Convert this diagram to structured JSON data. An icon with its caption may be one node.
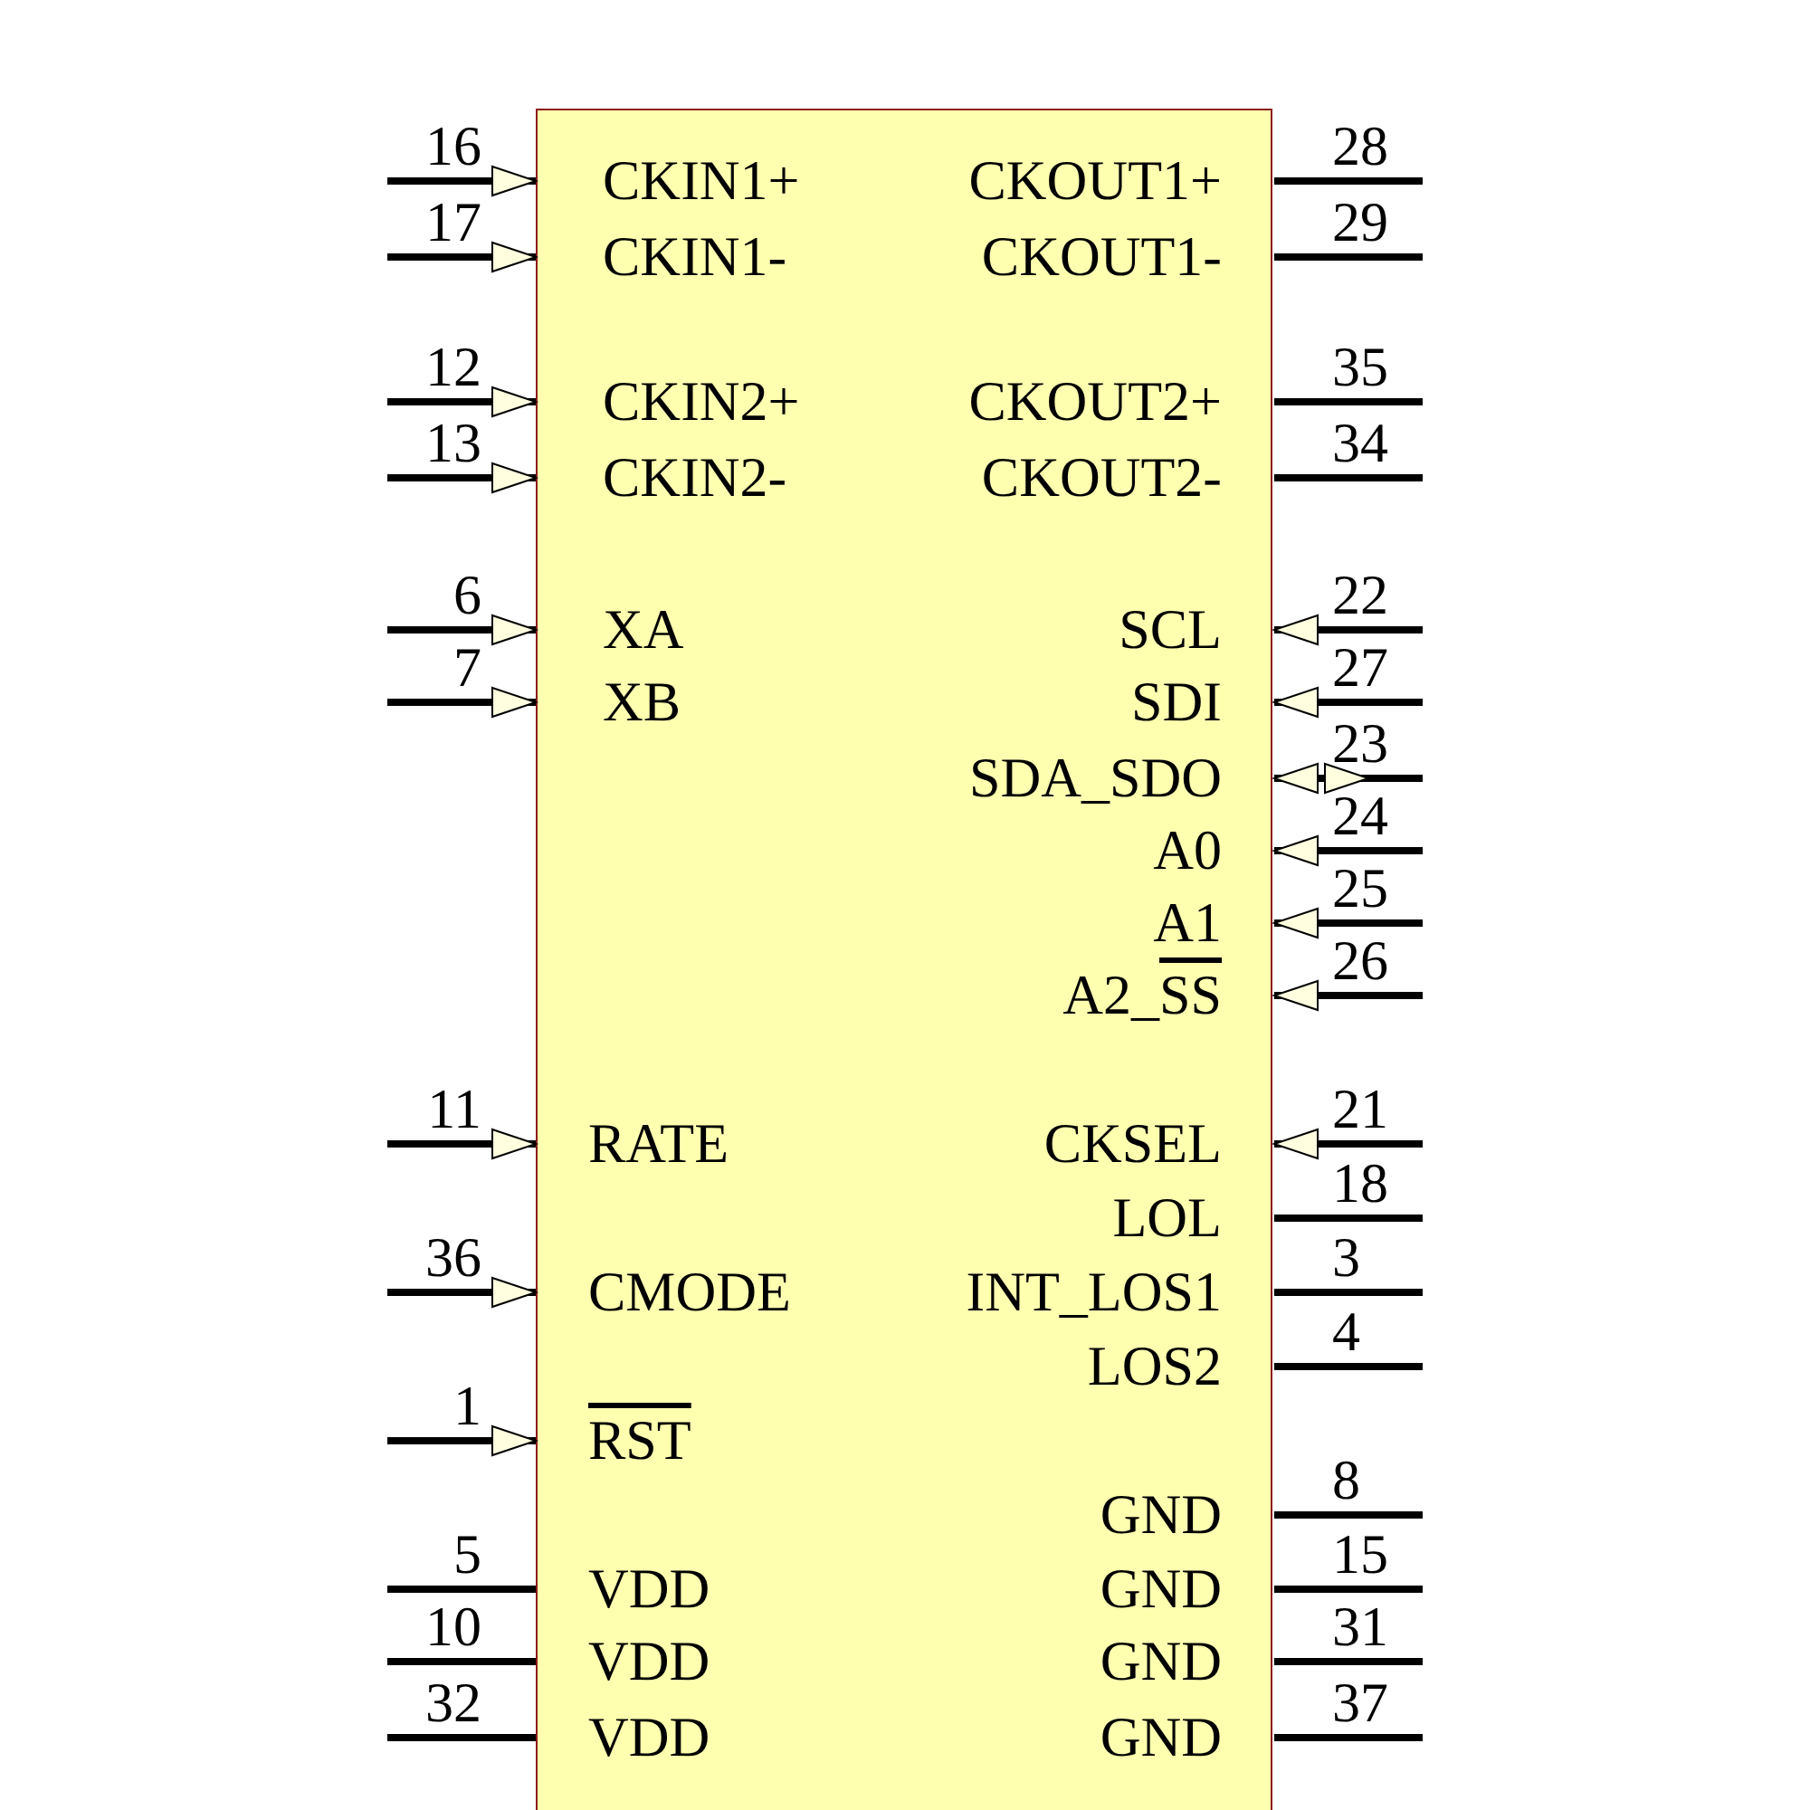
{
  "diagram": {
    "nodes": [
      {
        "text": [],
        "shape": "box"
      }
    ],
    "edges": [],
    "labels": [
      "16",
      "CKIN1+",
      "CKOUT1+",
      "28",
      "17",
      "CKIN1-",
      "CKOUT1-",
      "29",
      "12",
      "CKIN2+",
      "CKOUT2+",
      "35",
      "13",
      "CKIN2-",
      "CKOUT2-",
      "34",
      "6",
      "XA",
      "SCL",
      "22",
      "7",
      "XB",
      "SDI",
      "27",
      "SDA_SDO",
      "23",
      "A0",
      "24",
      "A1",
      "25",
      "A2_SS",
      "26",
      "11",
      "RATE",
      "CKSEL",
      "21",
      "LOL",
      "18",
      "36",
      "CMODE",
      "INT_LOS1",
      "3",
      "LOS2",
      "4",
      "1",
      "RST",
      "GND",
      "8",
      "5",
      "VDD",
      "GND",
      "15",
      "10",
      "VDD",
      "GND",
      "31",
      "32",
      "VDD",
      "GND",
      "37"
    ]
  }
}
